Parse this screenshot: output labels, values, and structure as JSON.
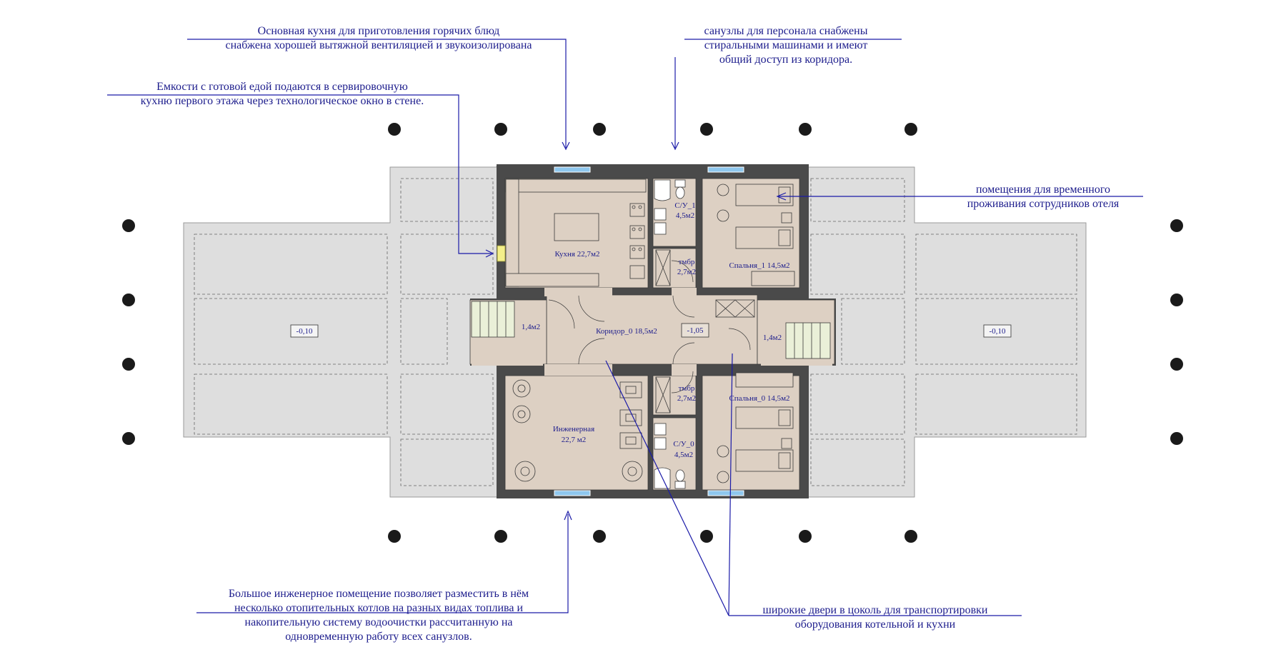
{
  "notes": {
    "kitchen": [
      "Основная  кухня  для приготовления  горячих блюд",
      "снабжена  хорошей  вытяжной  вентиляцией и звукоизолирована"
    ],
    "containers": [
      "Емкости с готовой  едой  подаются  в  сервировочную",
      "кухню  первого этажа  через  технологическое окно  в  стене."
    ],
    "staff_bathrooms": [
      "санузлы для персонала снабжены",
      "стиральными  машинами  и  имеют",
      "общий доступ из коридора."
    ],
    "temp_rooms": [
      "помещения  для  временного",
      "проживания  сотрудников  отеля"
    ],
    "engineering": [
      "Большое инженерное помещение позволяет разместить в нём",
      "несколько отопительных котлов на разных видах топлива и",
      "накопительную  систему водоочистки  рассчитанную на",
      "одновременную работу всех санузлов."
    ],
    "wide_doors": [
      "широкие  двери  в  цоколь  для  транспортировки",
      "оборудования  котельной  и  кухни"
    ]
  },
  "rooms": {
    "kitchen": [
      "Кухня 22,7м2"
    ],
    "bath1": [
      "С/У_1",
      "4,5м2"
    ],
    "storage1": [
      "тмбр",
      "2,7м2"
    ],
    "bedroom1": [
      "Спальня_1 14,5м2"
    ],
    "corridor": [
      "Коридор_0 18,5м2"
    ],
    "level_mid": "-1,05",
    "stair_left": [
      "1,4м2"
    ],
    "stair_right": [
      "1,4м2"
    ],
    "engineering": [
      "Инженерная",
      "22,7 м2"
    ],
    "storage0": [
      "тмбр",
      "2,7м2"
    ],
    "bath0": [
      "С/У_0",
      "4,5м2"
    ],
    "bedroom0": [
      "Спальня_0 14,5м2"
    ]
  },
  "levels": {
    "left": "-0,10",
    "right": "-0,10"
  },
  "colors": {
    "wall": "#4a4a4a",
    "room_fill": "#ddd0c3",
    "terrace": "#dedede",
    "text": "#1c1c8c",
    "leader": "#1a1aa8",
    "window": "#8ec7ee",
    "column": "#1a1a1a"
  }
}
